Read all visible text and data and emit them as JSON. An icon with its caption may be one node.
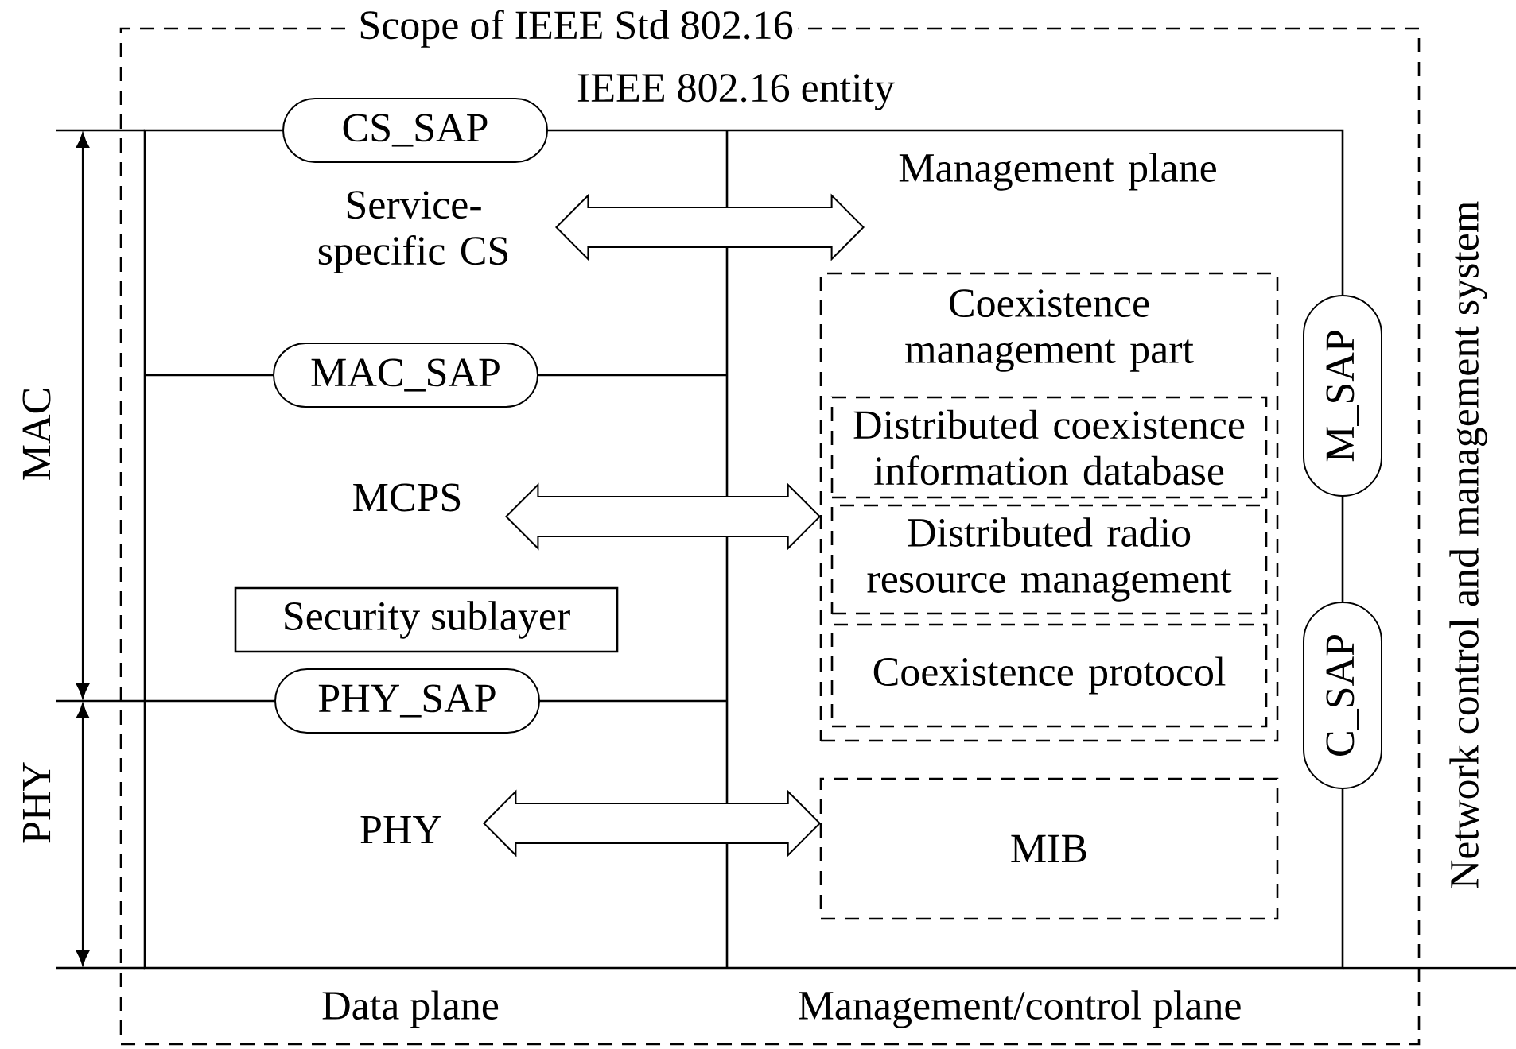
{
  "diagram": {
    "nodes": [
      {
        "text": [
          "Scope of IEEE Std 802.16"
        ]
      },
      {
        "text": [
          "IEEE 802.16 entity"
        ],
        "in": 0
      },
      {
        "text": [
          "CS_SAP"
        ],
        "in": 0
      },
      {
        "text": [
          "Service-specific CS"
        ],
        "in": 1
      },
      {
        "text": [
          "MAC_SAP"
        ],
        "in": 1
      },
      {
        "text": [
          "MCPS"
        ],
        "in": 1
      },
      {
        "text": [
          "Security sublayer"
        ],
        "in": 1
      },
      {
        "text": [
          "PHY_SAP"
        ],
        "in": 1
      },
      {
        "text": [
          "PHY"
        ],
        "in": 1
      },
      {
        "text": [
          "Management plane"
        ],
        "in": 1
      },
      {
        "text": [
          "Coexistence management part"
        ],
        "in": 1
      },
      {
        "text": [
          "Distributed coexistence information database"
        ],
        "in": 10
      },
      {
        "text": [
          "Distributed radio resource management"
        ],
        "in": 10
      },
      {
        "text": [
          "Coexistence protocol"
        ],
        "in": 10
      },
      {
        "text": [
          "MIB"
        ],
        "in": 1
      },
      {
        "text": [
          "M_SAP"
        ],
        "in": 0
      },
      {
        "text": [
          "C_SAP"
        ],
        "in": 0
      }
    ],
    "edges": [
      {
        "from": 3,
        "to": 9,
        "arrow": "both"
      },
      {
        "from": 5,
        "to": 10,
        "arrow": "both"
      },
      {
        "from": 8,
        "to": 14,
        "arrow": "both"
      }
    ],
    "labels": [
      "Data plane",
      "Management/control plane",
      "MAC",
      "PHY",
      "Network control and management system"
    ]
  }
}
